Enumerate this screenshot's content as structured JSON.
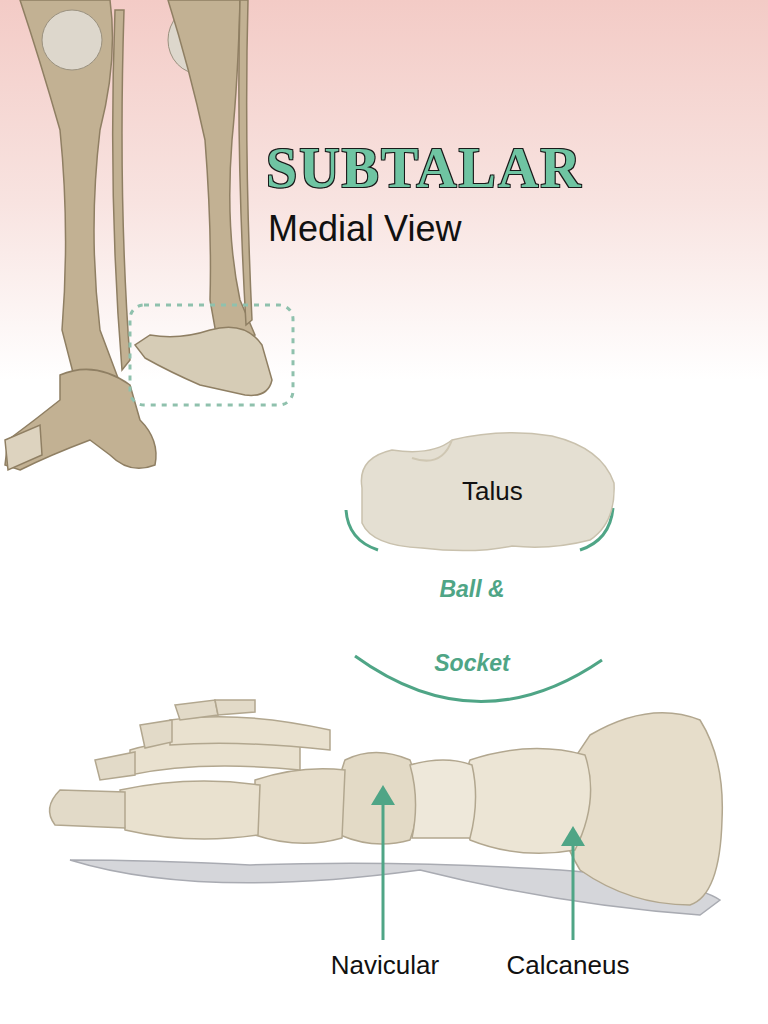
{
  "diagram": {
    "title": "SUBTALAR",
    "nodes": [
      {
        "text": [
          "Talus"
        ]
      }
    ],
    "labels": [
      "Medial View",
      "Ball &",
      "Socket",
      "Navicular",
      "Calcaneus"
    ]
  }
}
